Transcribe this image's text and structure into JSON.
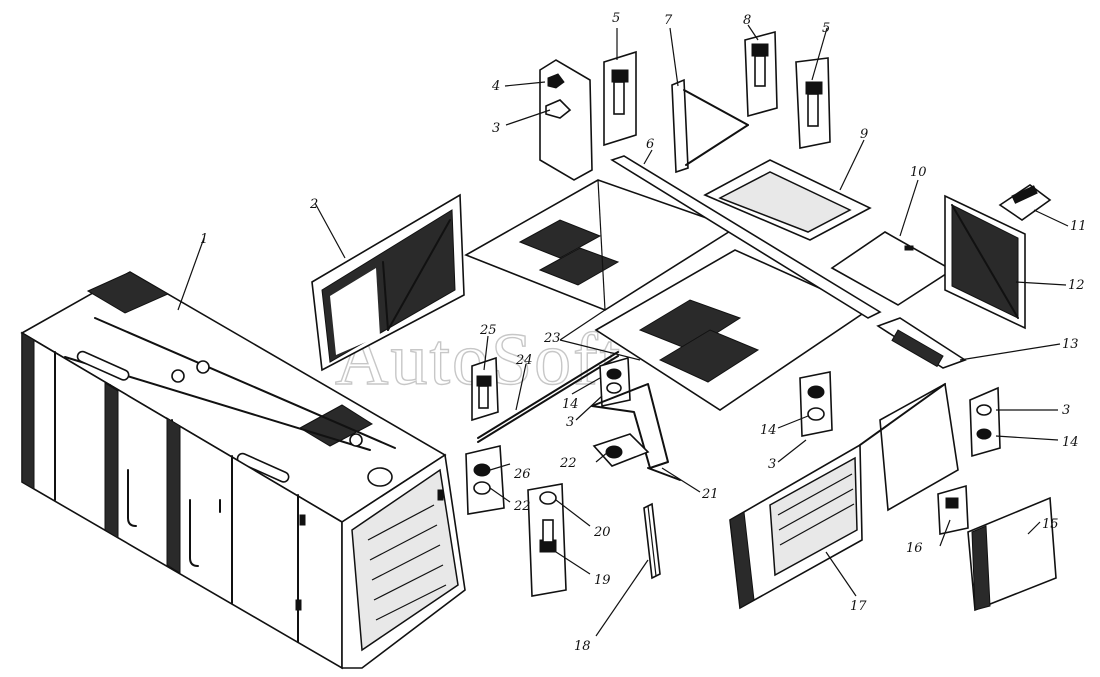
{
  "watermark": "AutoSoft",
  "callouts": {
    "c1": "1",
    "c2": "2",
    "c3a": "3",
    "c3b": "3",
    "c3c": "3",
    "c3d": "3",
    "c4": "4",
    "c5a": "5",
    "c5b": "5",
    "c6": "6",
    "c7": "7",
    "c8": "8",
    "c9": "9",
    "c10": "10",
    "c11": "11",
    "c12": "12",
    "c13": "13",
    "c14a": "14",
    "c14b": "14",
    "c14c": "14",
    "c15": "15",
    "c16": "16",
    "c17": "17",
    "c18": "18",
    "c19": "19",
    "c20": "20",
    "c21": "21",
    "c22a": "22",
    "c22b": "22",
    "c23": "23",
    "c24": "24",
    "c25": "25",
    "c26": "26"
  }
}
